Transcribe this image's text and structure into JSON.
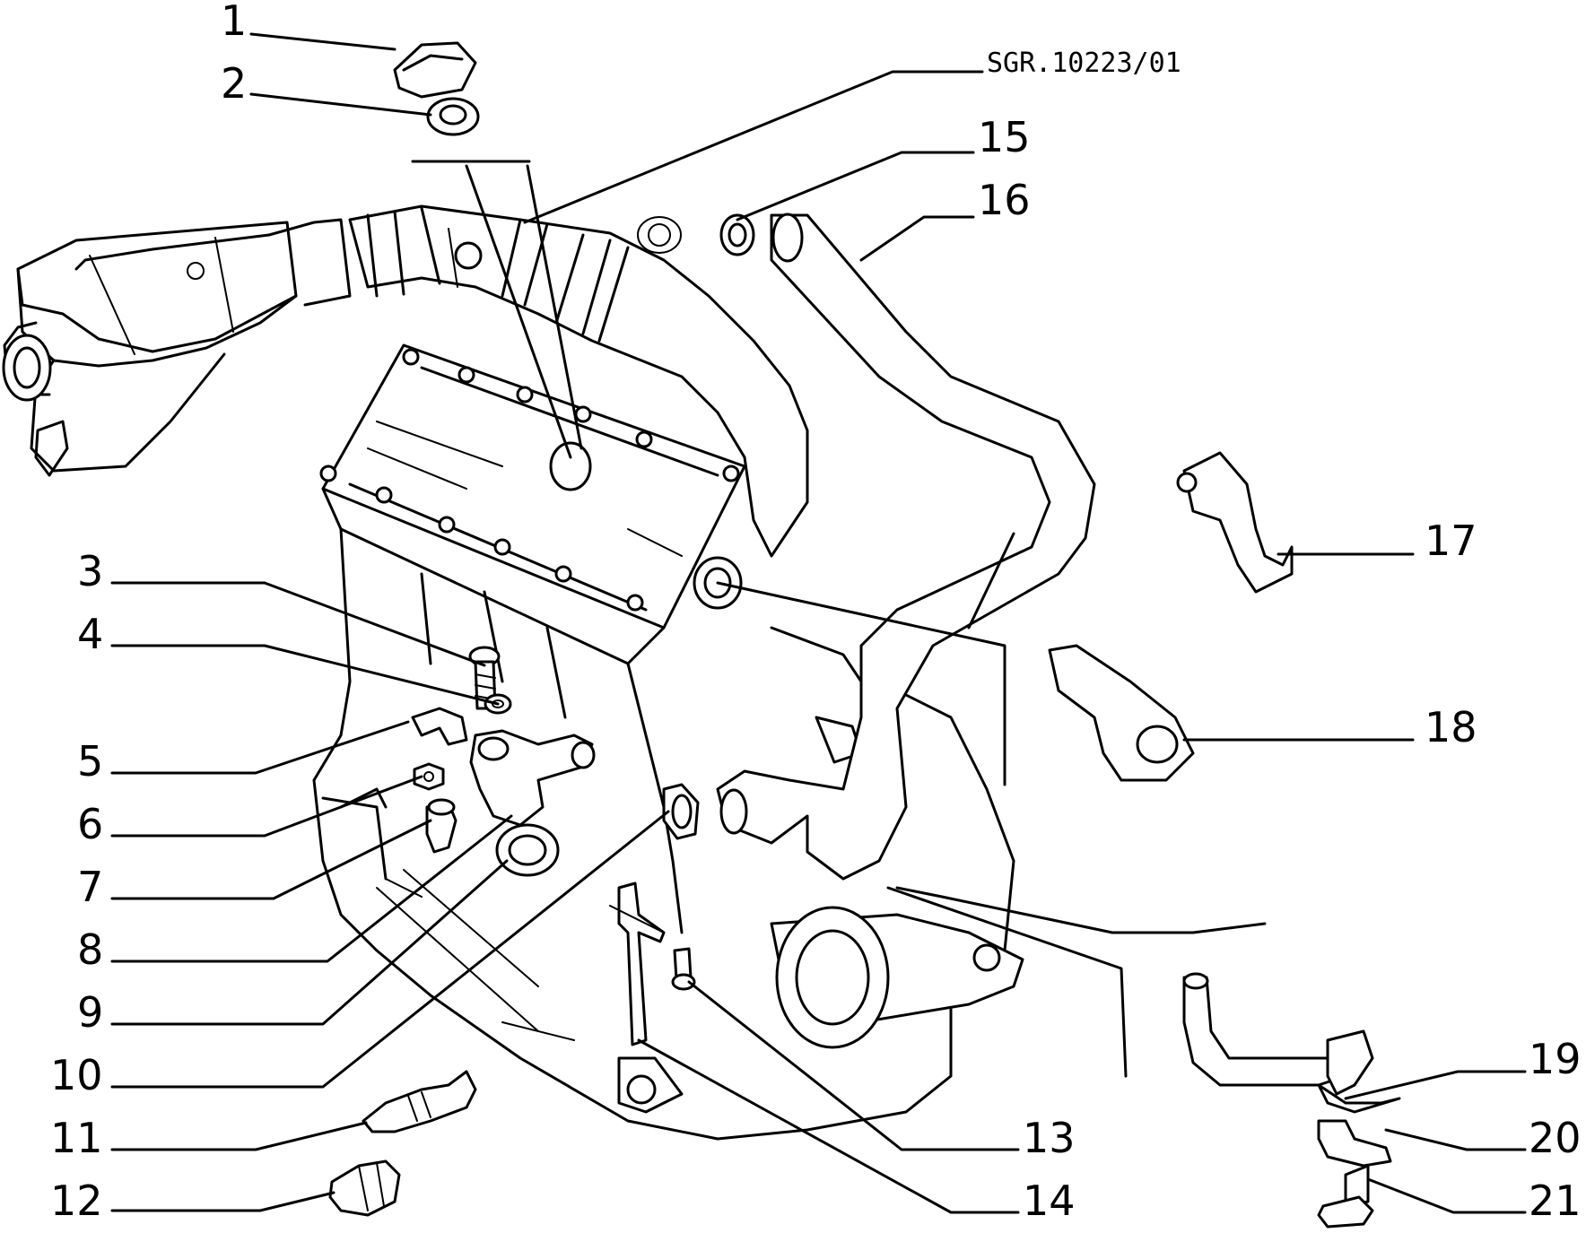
{
  "drawing_ref": "SGR.10223/01",
  "callouts": [
    {
      "id": "1",
      "label": "1"
    },
    {
      "id": "2",
      "label": "2"
    },
    {
      "id": "3",
      "label": "3"
    },
    {
      "id": "4",
      "label": "4"
    },
    {
      "id": "5",
      "label": "5"
    },
    {
      "id": "6",
      "label": "6"
    },
    {
      "id": "7",
      "label": "7"
    },
    {
      "id": "8",
      "label": "8"
    },
    {
      "id": "9",
      "label": "9"
    },
    {
      "id": "10",
      "label": "10"
    },
    {
      "id": "11",
      "label": "11"
    },
    {
      "id": "12",
      "label": "12"
    },
    {
      "id": "13",
      "label": "13"
    },
    {
      "id": "14",
      "label": "14"
    },
    {
      "id": "15",
      "label": "15"
    },
    {
      "id": "16",
      "label": "16"
    },
    {
      "id": "17",
      "label": "17"
    },
    {
      "id": "18",
      "label": "18"
    },
    {
      "id": "19",
      "label": "19"
    },
    {
      "id": "20",
      "label": "20"
    },
    {
      "id": "21",
      "label": "21"
    }
  ]
}
